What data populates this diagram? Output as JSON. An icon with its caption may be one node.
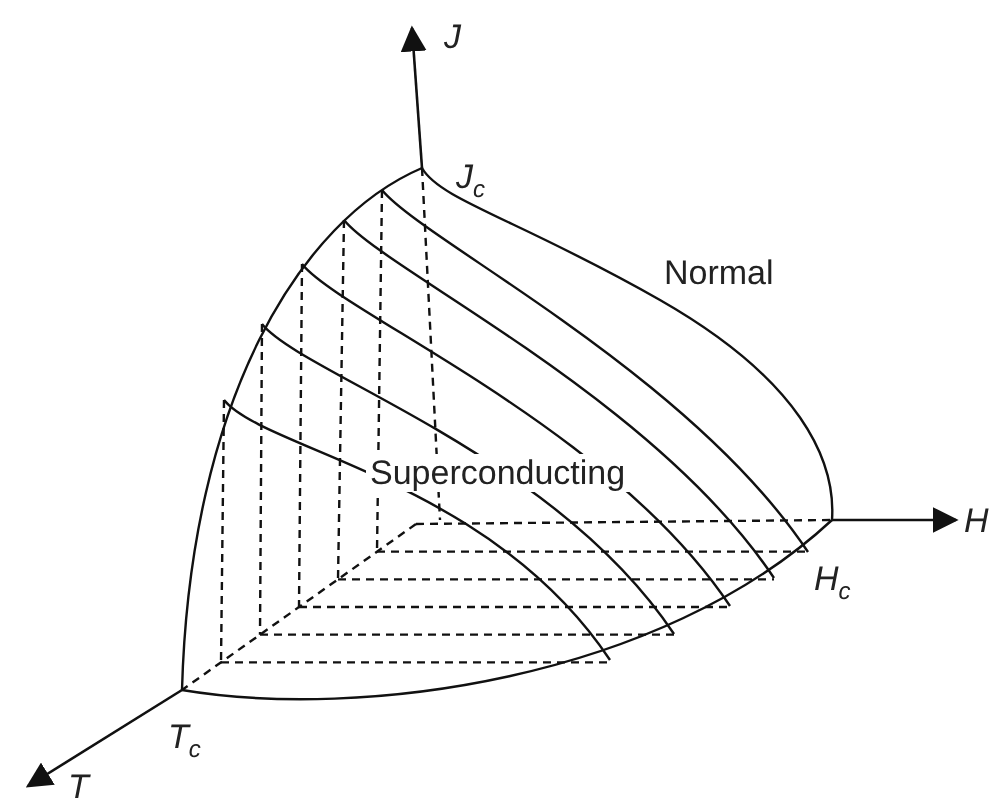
{
  "diagram": {
    "labels": [
      "J",
      "J$_{c}$",
      "Normal",
      "Superconducting",
      "H",
      "H$_{c}$",
      "T$_{c}$",
      "T"
    ]
  }
}
